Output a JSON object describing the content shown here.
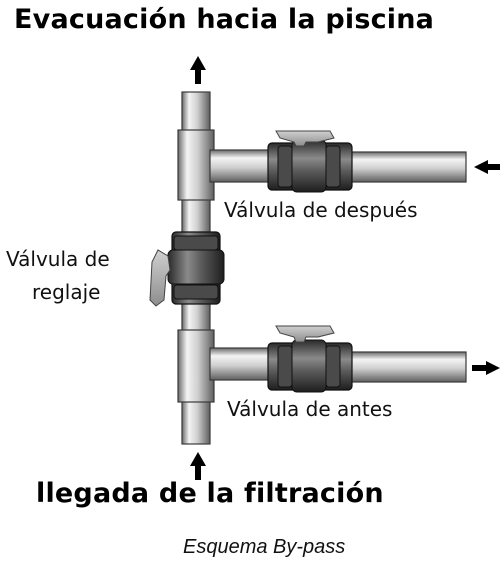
{
  "header": {
    "title": "Evacuación hacia la piscina"
  },
  "footer": {
    "title": "llegada de la filtración",
    "caption": "Esquema By-pass"
  },
  "labels": {
    "valve_after": "Válvula de después",
    "valve_before": "Válvula de antes",
    "valve_adjust_line1": "Válvula de",
    "valve_adjust_line2": "reglaje"
  },
  "colors": {
    "pipe_light": "#f2f2f2",
    "pipe_mid": "#b8b8b8",
    "pipe_dark": "#5a5a5a",
    "valve_body": "#3c3c3c",
    "handle": "#a9a9a9",
    "arrow": "#000000"
  },
  "icons": {
    "flow_arrows": [
      "arrow-up-icon",
      "arrow-left-icon",
      "arrow-right-icon"
    ]
  }
}
